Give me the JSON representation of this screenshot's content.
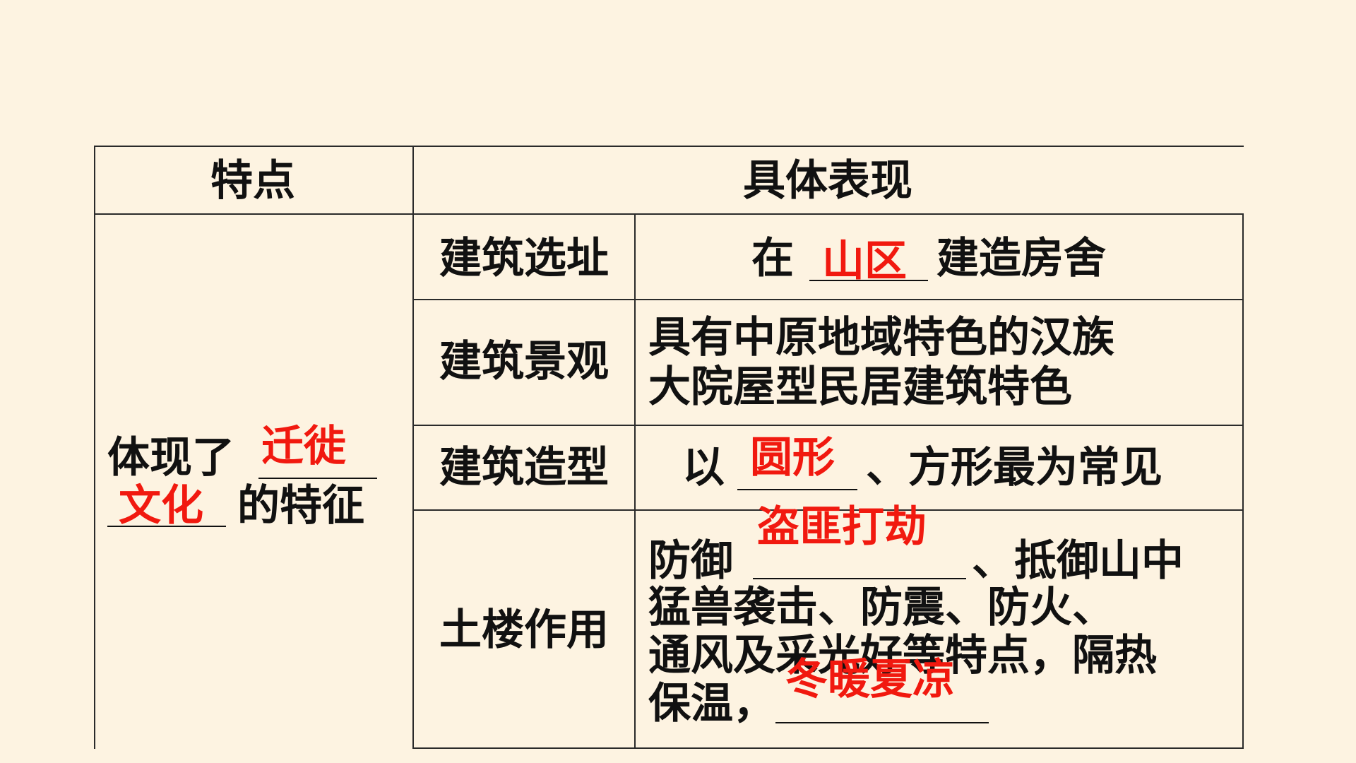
{
  "table": {
    "header": {
      "col1": "特点",
      "col2": "具体表现"
    },
    "feature": {
      "prefix": "体现了",
      "answer_line1": "迁徙",
      "answer_line2": "文化",
      "suffix": "的特征"
    },
    "rows": [
      {
        "label": "建筑选址",
        "parts": {
          "pre": "在",
          "answer": "山区",
          "post": "建造房舍"
        }
      },
      {
        "label": "建筑景观",
        "lines": [
          "具有中原地域特色的汉族",
          "大院屋型民居建筑特色"
        ]
      },
      {
        "label": "建筑造型",
        "parts": {
          "pre": "以",
          "answer": "圆形",
          "post": "、方形最为常见"
        }
      },
      {
        "label": "土楼作用",
        "lines": {
          "line1_pre": "防御",
          "line1_post": "、抵御山中",
          "line2": "猛兽袭击、防震、防火、",
          "line3": "通风及采光好等特点，隔热",
          "line4_pre": "保温，"
        },
        "answers": [
          "盗匪打劫",
          "冬暖夏凉"
        ]
      }
    ]
  }
}
